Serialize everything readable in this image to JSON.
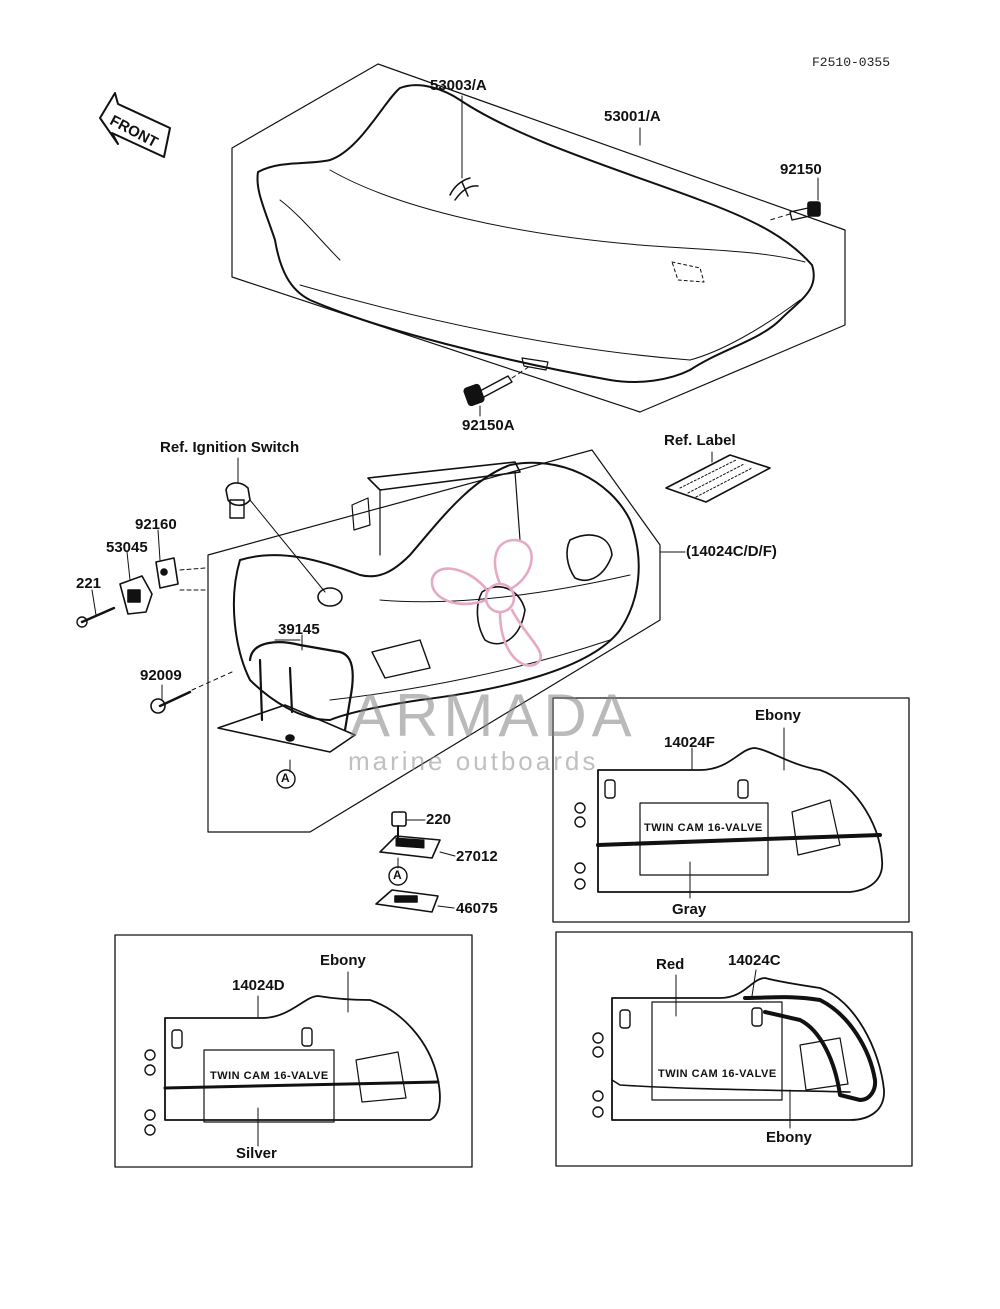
{
  "diagram_code": "F2510-0355",
  "direction": {
    "front_label": "FRONT"
  },
  "seat": {
    "labels": {
      "seat_cover": "53003/A",
      "seat_assy": "53001/A",
      "bolt_rear": "92150",
      "bolt_front": "92150A"
    }
  },
  "tail_cover": {
    "labels": {
      "ignition_ref": "Ref. Ignition Switch",
      "label_ref": "Ref. Label",
      "cover_assy": "(14024C/D/F)",
      "grommet": "92160",
      "holder": "53045",
      "screw": "221",
      "handle": "39145",
      "bolt": "92009",
      "ref_a": "A"
    }
  },
  "hinge": {
    "labels": {
      "screw": "220",
      "hinge": "27012",
      "plate": "46075",
      "ref_a": "A"
    }
  },
  "variants": {
    "f": {
      "part": "14024F",
      "color_top": "Ebony",
      "color_bottom": "Gray",
      "decal": "TWIN CAM 16-VALVE"
    },
    "d": {
      "part": "14024D",
      "color_top": "Ebony",
      "color_bottom": "Silver",
      "decal": "TWIN CAM 16-VALVE"
    },
    "c": {
      "part": "14024C",
      "color_stripe": "Red",
      "color_bottom": "Ebony",
      "decal": "TWIN CAM 16-VALVE"
    }
  },
  "watermark": {
    "title": "ARMADA",
    "subtitle": "marine outboards",
    "accent_color": "#e6a9c4",
    "text_color": "#8c8c8c"
  }
}
